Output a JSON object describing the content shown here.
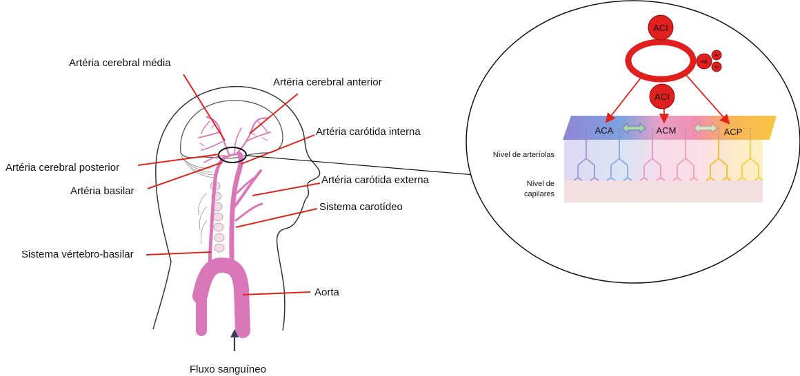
{
  "labels": {
    "cerebral_media": "Artéria cerebral média",
    "cerebral_anterior": "Artéria cerebral anterior",
    "carotida_interna": "Artéria carótida interna",
    "cerebral_posterior": "Artéria cerebral posterior",
    "basilar": "Artéria basilar",
    "carotida_externa": "Artéria carótida externa",
    "sistema_carotideo": "Sistema carotídeo",
    "sistema_vertebro_basilar": "Sistema vértebro-basilar",
    "aorta": "Aorta",
    "fluxo": "Fluxo sanguíneo"
  },
  "inset": {
    "aci_top": "ACI",
    "aci_bottom": "ACI",
    "ab": "AB",
    "av_1": "AV",
    "av_2": "AV",
    "aca": "ACA",
    "acm": "ACM",
    "acp": "ACP",
    "nivel_arteriolas": "Nível de arteríolas",
    "nivel_capilares_1": "Nível de",
    "nivel_capilares_2": "capilares"
  },
  "colors": {
    "artery_pink": "#d977b8",
    "pointer_red": "#e2231a",
    "node_red": "#e01f1f",
    "outline": "#2b2b2b"
  }
}
